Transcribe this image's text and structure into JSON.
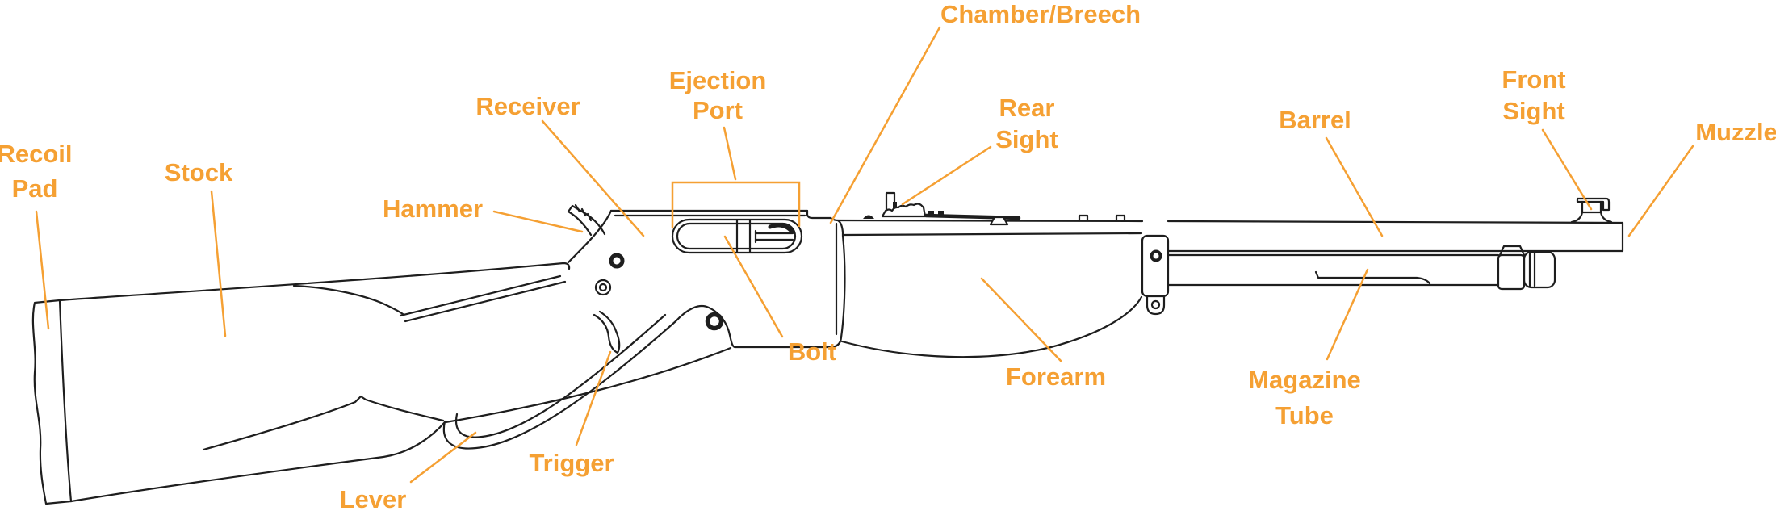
{
  "diagram": {
    "type": "lever-action-rifle-parts-diagram",
    "colors": {
      "label": "#F5A033",
      "line": "#1E1E1E",
      "background": "#FFFFFF"
    },
    "labels": {
      "recoil_pad": {
        "lines": [
          "Recoil",
          "Pad"
        ]
      },
      "stock": {
        "lines": [
          "Stock"
        ]
      },
      "hammer": {
        "lines": [
          "Hammer"
        ]
      },
      "receiver": {
        "lines": [
          "Receiver"
        ]
      },
      "ejection_port": {
        "lines": [
          "Ejection",
          "Port"
        ]
      },
      "chamber_breech": {
        "lines": [
          "Chamber/Breech"
        ]
      },
      "rear_sight": {
        "lines": [
          "Rear",
          "Sight"
        ]
      },
      "bolt": {
        "lines": [
          "Bolt"
        ]
      },
      "lever": {
        "lines": [
          "Lever"
        ]
      },
      "trigger": {
        "lines": [
          "Trigger"
        ]
      },
      "forearm": {
        "lines": [
          "Forearm"
        ]
      },
      "barrel": {
        "lines": [
          "Barrel"
        ]
      },
      "magazine_tube": {
        "lines": [
          "Magazine",
          "Tube"
        ]
      },
      "front_sight": {
        "lines": [
          "Front",
          "Sight"
        ]
      },
      "muzzle": {
        "lines": [
          "Muzzle"
        ]
      }
    }
  }
}
